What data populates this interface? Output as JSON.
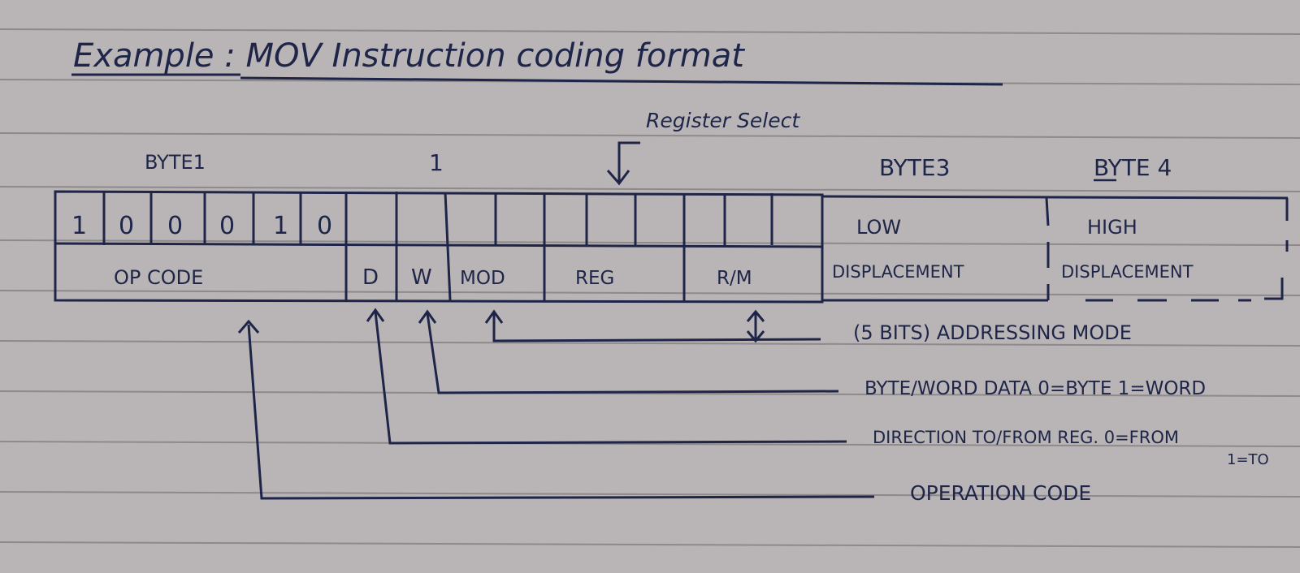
{
  "title": "Example : MOV Instruction coding format",
  "register_select_label": "Register Select",
  "byte_labels": {
    "byte1": "BYTE1",
    "byte2": "1",
    "byte3": "BYTE3",
    "byte4": "BYTE 4"
  },
  "opcode_bits": [
    "1",
    "0",
    "0",
    "0",
    "1",
    "0"
  ],
  "fields": {
    "opcode": "OP CODE",
    "d": "D",
    "w": "W",
    "mod": "MOD",
    "reg": "REG",
    "rm": "R/M",
    "low": "LOW",
    "low_disp": "DISPLACEMENT",
    "high": "HIGH",
    "high_disp": "DISPLACEMENT"
  },
  "annotations": {
    "addressing_mode": "(5 BITS) ADDRESSING MODE",
    "byte_word": "BYTE/WORD DATA 0=BYTE 1=WORD",
    "direction": "DIRECTION TO/FROM REG. 0=FROM",
    "direction_to": "1=TO",
    "operation_code": "OPERATION CODE"
  },
  "colors": {
    "ink": "#1e2548",
    "paper": "#b9b5b6",
    "rule": "#8e8a8c"
  }
}
